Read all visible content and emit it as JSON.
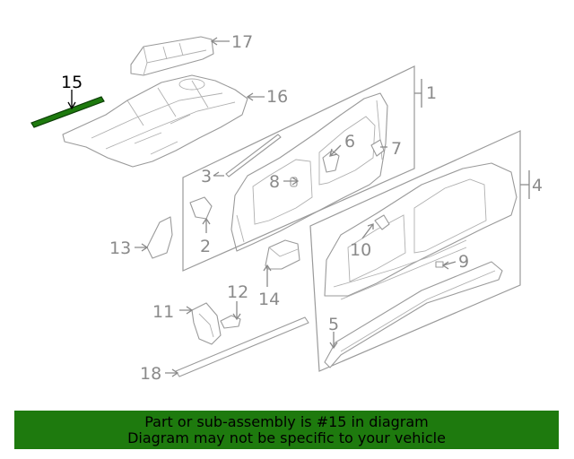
{
  "highlighted_part": "15",
  "callouts": {
    "c1": "1",
    "c2": "2",
    "c3": "3",
    "c4": "4",
    "c5": "5",
    "c6": "6",
    "c7": "7",
    "c8": "8",
    "c9": "9",
    "c10": "10",
    "c11": "11",
    "c12": "12",
    "c13": "13",
    "c14": "14",
    "c15": "15",
    "c16": "16",
    "c17": "17",
    "c18": "18"
  },
  "banner": {
    "line1": "Part or sub-assembly is #15 in diagram",
    "line2": "Diagram may not be specific to your vehicle",
    "color": "#1e7a0e"
  },
  "colors": {
    "highlight_part": "#1e7a0e",
    "diagram_lines": "#9a9a9a"
  }
}
